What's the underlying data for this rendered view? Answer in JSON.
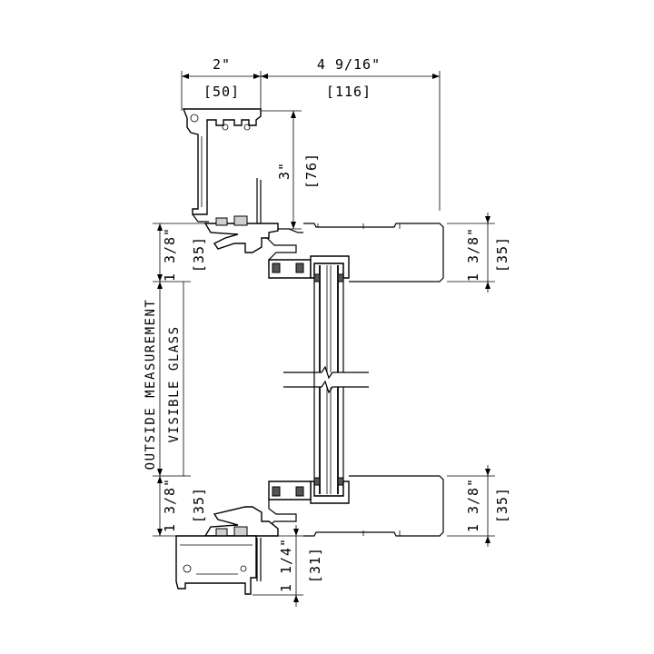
{
  "dimensions": {
    "top_width_in": "2\"",
    "top_width_mm": "[50]",
    "top_depth_in": "4 9/16\"",
    "top_depth_mm": "[116]",
    "head_height_in": "3\"",
    "head_height_mm": "[76]",
    "left_upper_in": "1 3/8\"",
    "left_upper_mm": "[35]",
    "left_lower_in": "1 3/8\"",
    "left_lower_mm": "[35]",
    "right_upper_in": "1 3/8\"",
    "right_upper_mm": "[35]",
    "right_lower_in": "1 3/8\"",
    "right_lower_mm": "[35]",
    "sill_in": "1 1/4\"",
    "sill_mm": "[31]"
  },
  "labels": {
    "outside_measurement": "OUTSIDE MEASUREMENT",
    "visible_glass": "VISIBLE GLASS"
  }
}
